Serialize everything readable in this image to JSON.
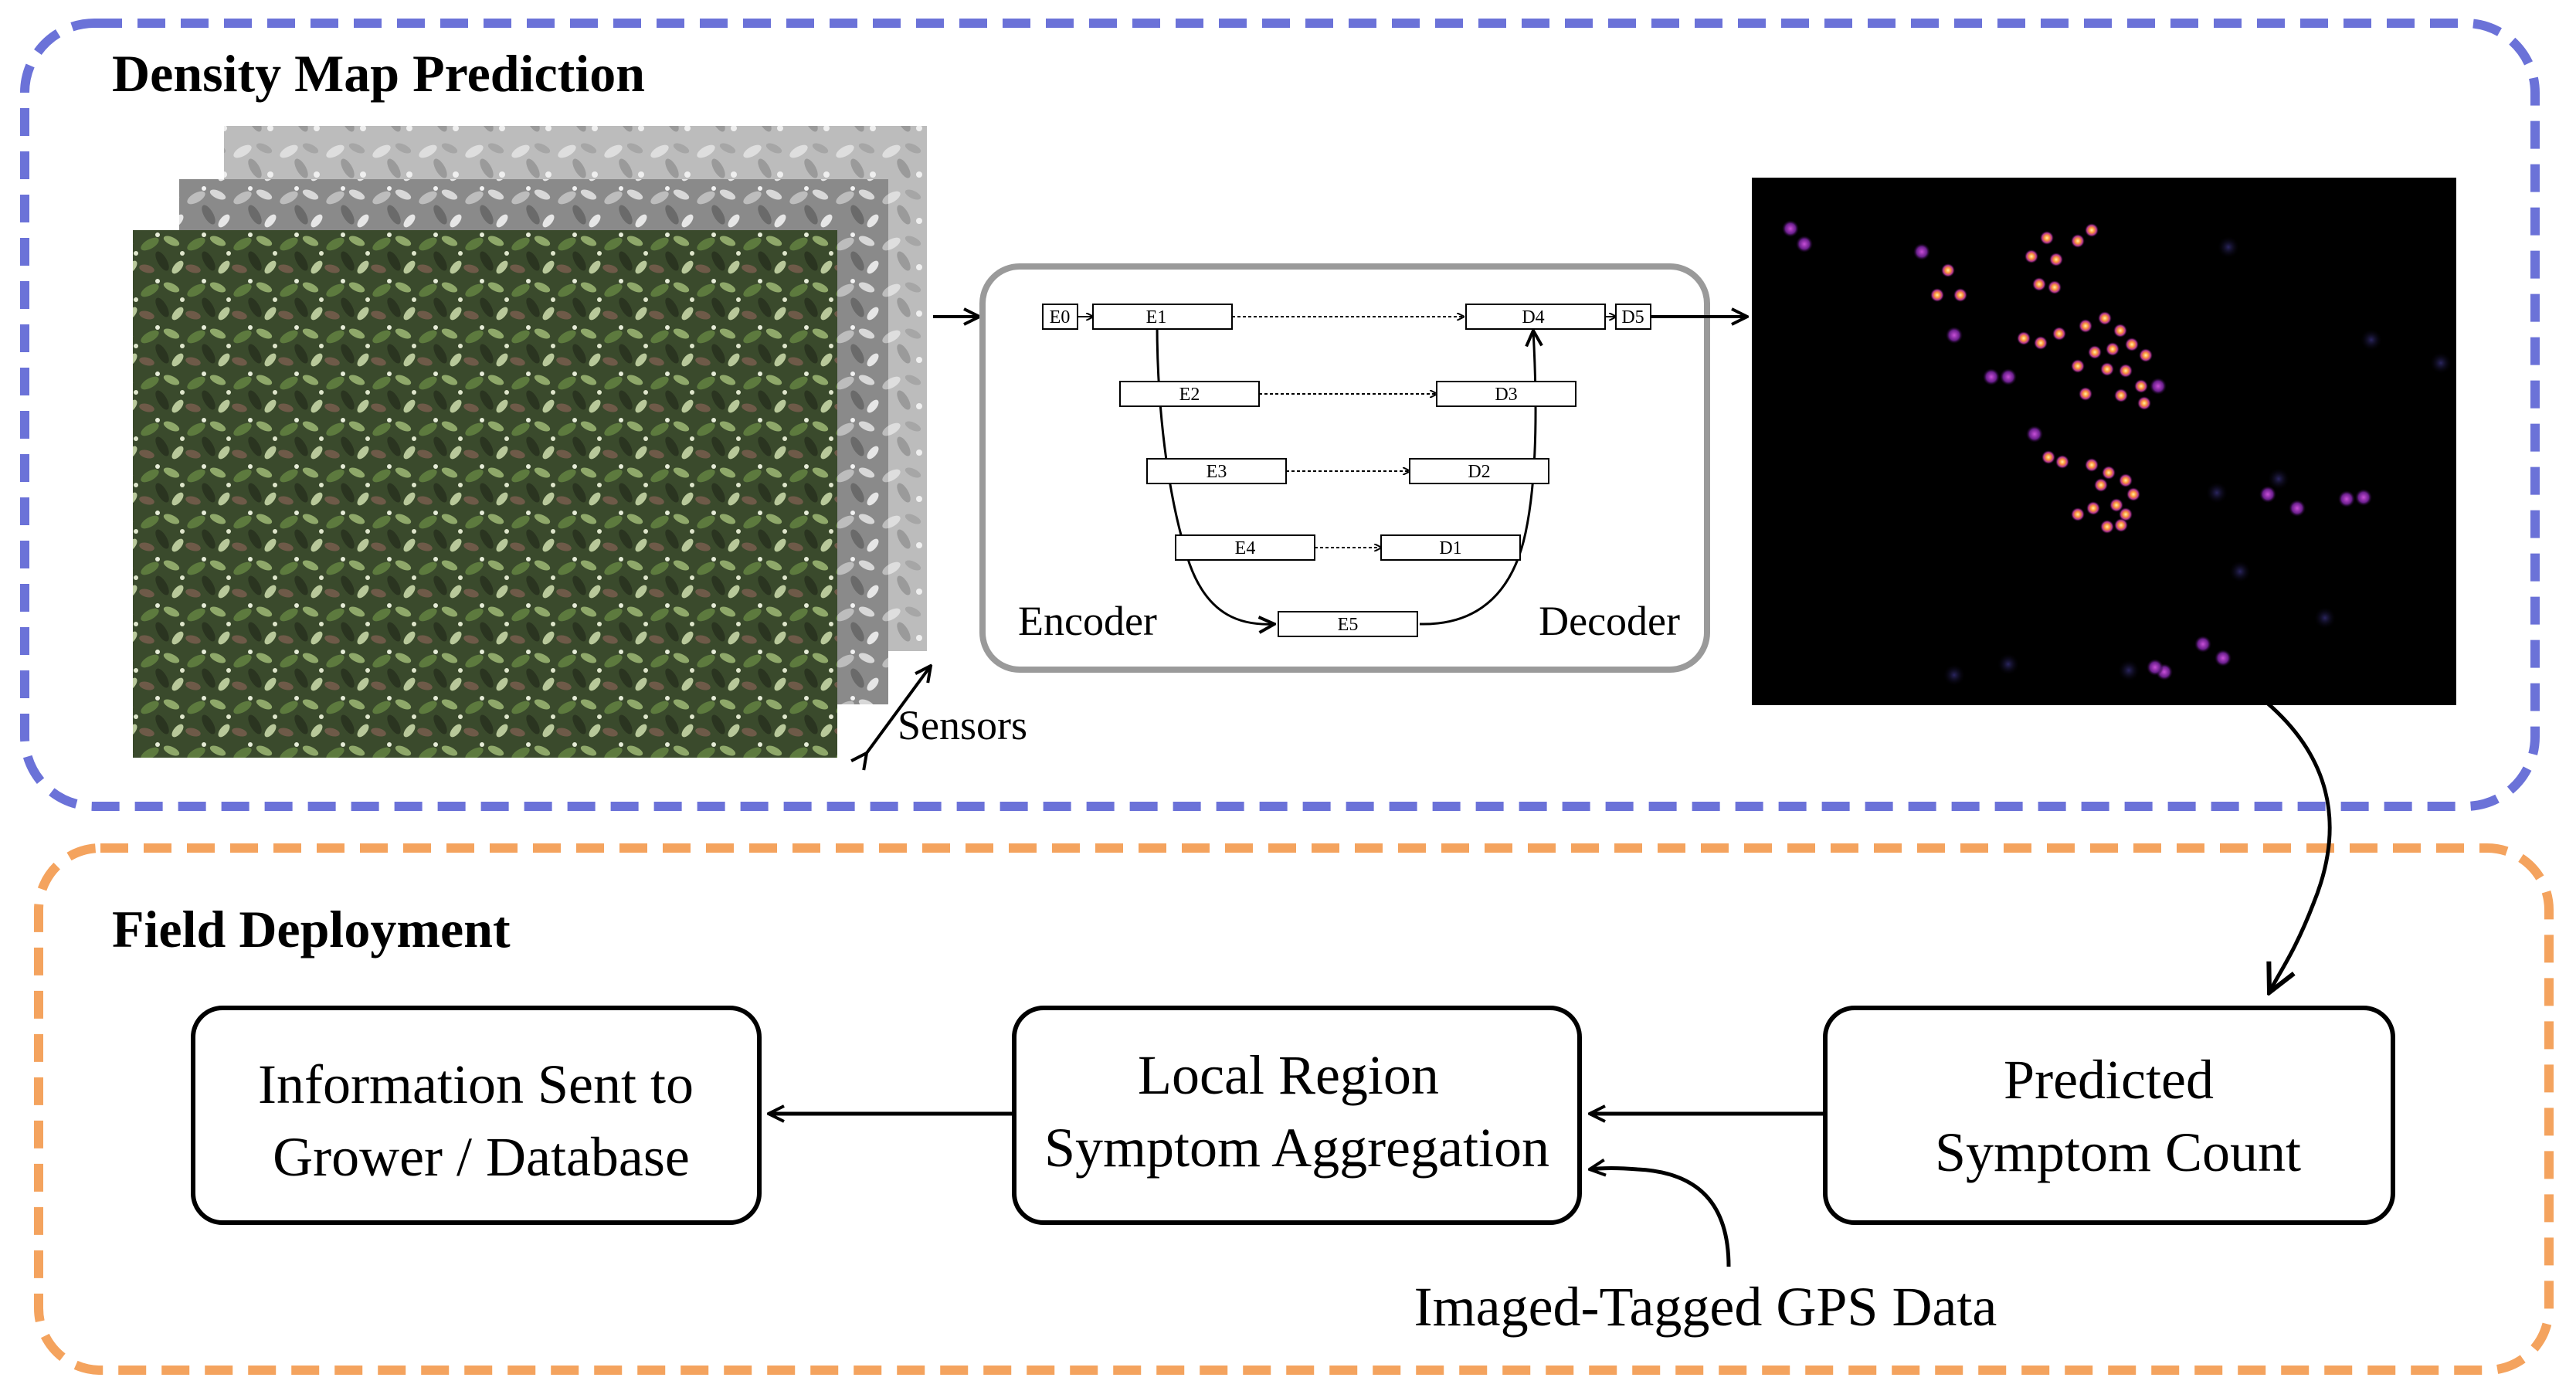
{
  "sections": {
    "top_title": "Density Map Prediction",
    "bottom_title": "Field Deployment"
  },
  "input": {
    "sensors_label": "Sensors"
  },
  "unet": {
    "encoder_label": "Encoder",
    "decoder_label": "Decoder",
    "blocks": {
      "e0": "E0",
      "e1": "E1",
      "e2": "E2",
      "e3": "E3",
      "e4": "E4",
      "e5": "E5",
      "d1": "D1",
      "d2": "D2",
      "d3": "D3",
      "d4": "D4",
      "d5": "D5"
    }
  },
  "boxes": {
    "info_line1": "Information Sent to",
    "info_line2": "Grower / Database",
    "agg_line1": "Local Region",
    "agg_line2": "Symptom Aggregation",
    "pred_line1": "Predicted",
    "pred_line2": "Symptom Count"
  },
  "gps_label": "Imaged-Tagged GPS Data",
  "colors": {
    "top_border": "#6b72d8",
    "bottom_border": "#f4a35e",
    "density_bg": "#000000",
    "density_spot": "#ff9a3c",
    "density_glow": "#9b2fbf"
  }
}
